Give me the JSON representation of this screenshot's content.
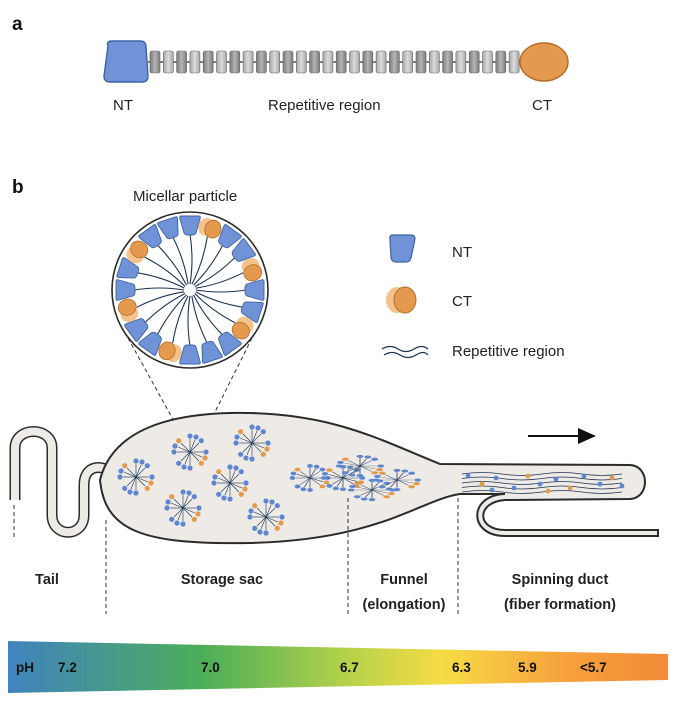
{
  "panel_a": {
    "letter": "a",
    "nt_label": "NT",
    "repetitive_label": "Repetitive region",
    "ct_label": "CT"
  },
  "panel_b": {
    "letter": "b",
    "micelle_title": "Micellar particle",
    "legend": {
      "nt": "NT",
      "ct": "CT",
      "repetitive": "Repetitive region"
    },
    "regions": {
      "tail": "Tail",
      "storage": "Storage sac",
      "funnel_1": "Funnel",
      "funnel_2": "(elongation)",
      "duct_1": "Spinning duct",
      "duct_2": "(fiber formation)"
    },
    "ph_bar": {
      "label": "pH",
      "values": [
        "7.2",
        "7.0",
        "6.7",
        "6.3",
        "5.9",
        "<5.7"
      ],
      "gradient_colors": [
        "#3f83bf",
        "#4daf58",
        "#b9d24a",
        "#f6dc45",
        "#f7a23c",
        "#f28a37"
      ]
    }
  },
  "colors": {
    "nt_fill": "#6f93d6",
    "nt_stroke": "#3c63a8",
    "ct_fill": "#e39a4e",
    "ct_light": "#f4c28b",
    "chain": "#1d3557",
    "gland_fill": "#eeebe6",
    "gland_stroke": "#2b2b2b"
  }
}
